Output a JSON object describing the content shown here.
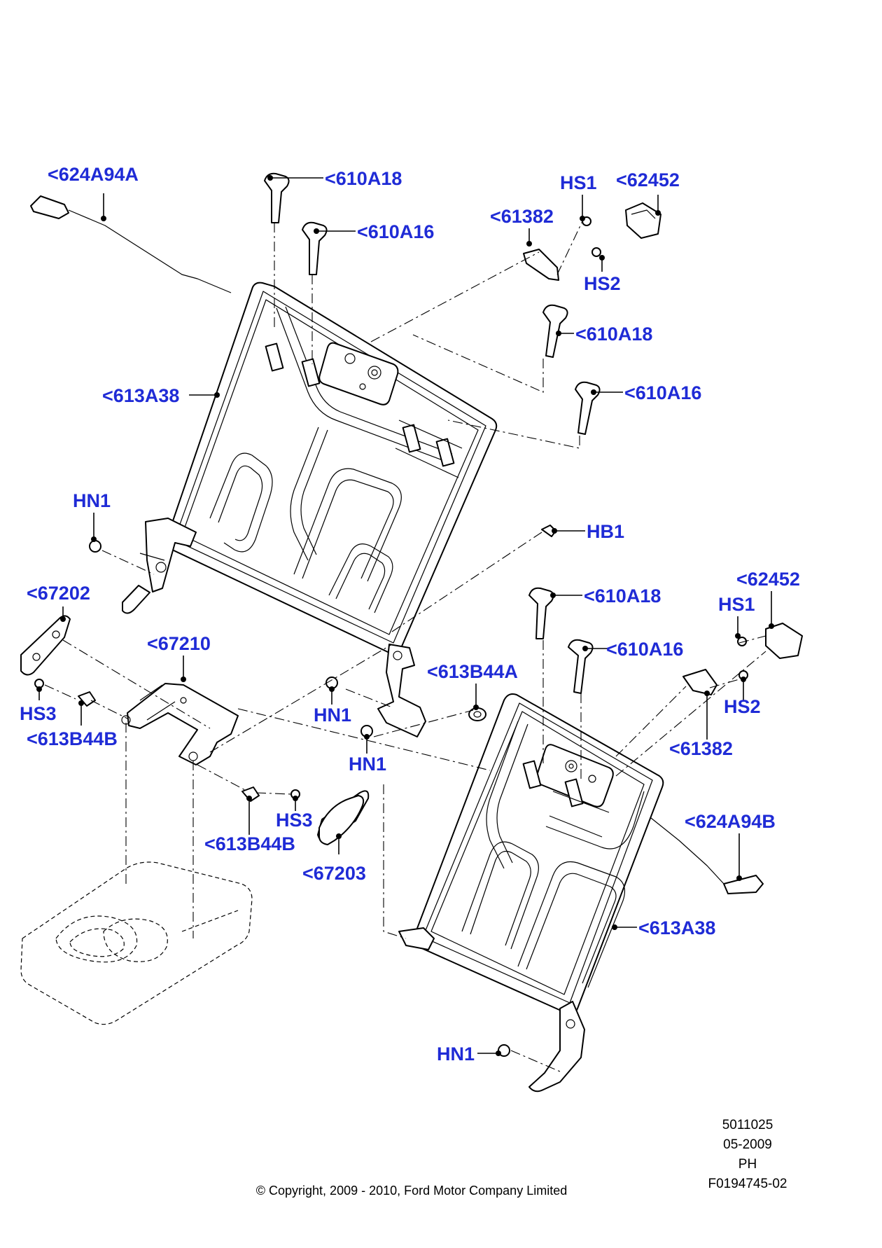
{
  "labels": {
    "l1": "<624A94A",
    "l2": "<610A18",
    "l3": "<610A16",
    "l4": "HS1",
    "l5": "<62452",
    "l6": "<61382",
    "l7": "HS2",
    "l8": "<610A18",
    "l9": "<610A16",
    "l10": "<613A38",
    "l11": "HN1",
    "l12": "HB1",
    "l13": "<62452",
    "l14": "<67202",
    "l15": "<610A18",
    "l16": "HS1",
    "l17": "<67210",
    "l18": "<610A16",
    "l19": "<613B44A",
    "l20": "HS3",
    "l21": "HN1",
    "l22": "HS2",
    "l23": "<613B44B",
    "l24": "<61382",
    "l25": "HN1",
    "l26": "HS3",
    "l27": "<624A94B",
    "l28": "<613B44B",
    "l29": "<67203",
    "l30": "<613A38",
    "l31": "HN1"
  },
  "reference": {
    "line1": "5011025",
    "line2": "05-2009",
    "line3": "PH",
    "line4": "F0194745-02"
  },
  "copyright": "© Copyright, 2009 - 2010, Ford Motor Company Limited",
  "colors": {
    "label": "#1f2bd6",
    "ink": "#000000",
    "background": "#ffffff"
  }
}
